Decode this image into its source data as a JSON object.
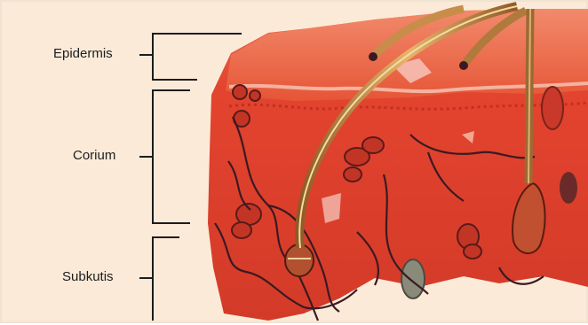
{
  "diagram": {
    "labels": [
      {
        "id": "epidermis",
        "text": "Epidermis"
      },
      {
        "id": "corium",
        "text": "Corium"
      },
      {
        "id": "subkutis",
        "text": "Subkutis"
      }
    ]
  },
  "colors": {
    "background": "#fbead8",
    "skin_red": "#e3442f",
    "skin_dark": "#b8271e",
    "vessel": "#3a1a22",
    "hair": "#d8a25b",
    "bracket": "#1d1d1d"
  }
}
